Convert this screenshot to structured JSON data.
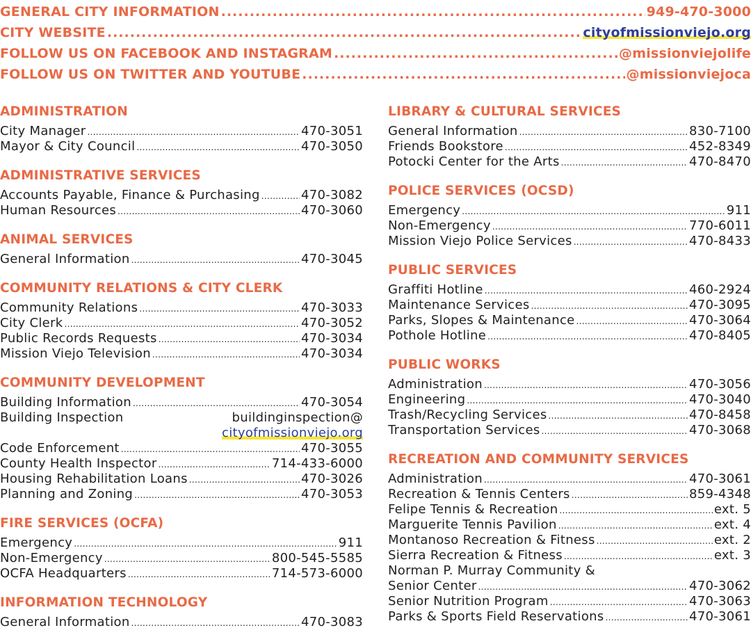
{
  "top": [
    {
      "label": "GENERAL CITY INFORMATION",
      "value": "949-470-3000",
      "link": false
    },
    {
      "label": "CITY WEBSITE",
      "value": "cityofmissionviejo.org",
      "link": true
    },
    {
      "label": "FOLLOW US ON FACEBOOK AND INSTAGRAM",
      "value": "@missionviejolife",
      "link": false
    },
    {
      "label": "FOLLOW US ON TWITTER AND YOUTUBE",
      "value": "@missionviejoca",
      "link": false
    }
  ],
  "left": [
    {
      "title": "ADMINISTRATION",
      "rows": [
        {
          "label": "City Manager",
          "value": "470-3051"
        },
        {
          "label": "Mayor & City Council",
          "value": "470-3050"
        }
      ]
    },
    {
      "title": "ADMINISTRATIVE SERVICES",
      "rows": [
        {
          "label": "Accounts Payable, Finance & Purchasing",
          "value": "470-3082"
        },
        {
          "label": "Human Resources",
          "value": "470-3060"
        }
      ]
    },
    {
      "title": "ANIMAL SERVICES",
      "rows": [
        {
          "label": "General Information",
          "value": "470-3045"
        }
      ]
    },
    {
      "title": "COMMUNITY RELATIONS & CITY CLERK",
      "rows": [
        {
          "label": "Community Relations",
          "value": "470-3033"
        },
        {
          "label": "City Clerk",
          "value": "470-3052"
        },
        {
          "label": "Public Records Requests",
          "value": "470-3034"
        },
        {
          "label": "Mission Viejo Television",
          "value": "470-3034"
        }
      ]
    },
    {
      "title": "COMMUNITY DEVELOPMENT",
      "rows": [
        {
          "label": "Building Information",
          "value": "470-3054"
        },
        {
          "label": "Building Inspection",
          "value": "buildinginspection@",
          "nolead": true
        },
        {
          "label": "",
          "value": "cityofmissionviejo.org",
          "cont": true,
          "link": true
        },
        {
          "label": "Code Enforcement",
          "value": "470-3055"
        },
        {
          "label": "County Health Inspector",
          "value": "714-433-6000"
        },
        {
          "label": "Housing Rehabilitation Loans",
          "value": "470-3026"
        },
        {
          "label": "Planning and Zoning",
          "value": "470-3053"
        }
      ]
    },
    {
      "title": "FIRE SERVICES (OCFA)",
      "rows": [
        {
          "label": "Emergency",
          "value": "911"
        },
        {
          "label": "Non-Emergency",
          "value": "800-545-5585"
        },
        {
          "label": "OCFA Headquarters",
          "value": "714-573-6000"
        }
      ]
    },
    {
      "title": "INFORMATION TECHNOLOGY",
      "rows": [
        {
          "label": "General Information",
          "value": "470-3083"
        }
      ]
    }
  ],
  "right": [
    {
      "title": "LIBRARY & CULTURAL SERVICES",
      "rows": [
        {
          "label": "General Information",
          "value": "830-7100"
        },
        {
          "label": "Friends Bookstore",
          "value": "452-8349"
        },
        {
          "label": "Potocki Center for the Arts",
          "value": "470-8470"
        }
      ]
    },
    {
      "title": "POLICE SERVICES (OCSD)",
      "rows": [
        {
          "label": "Emergency",
          "value": "911"
        },
        {
          "label": "Non-Emergency",
          "value": "770-6011"
        },
        {
          "label": "Mission Viejo Police Services",
          "value": "470-8433"
        }
      ]
    },
    {
      "title": "PUBLIC SERVICES",
      "rows": [
        {
          "label": "Graffiti Hotline",
          "value": "460-2924"
        },
        {
          "label": "Maintenance Services",
          "value": "470-3095"
        },
        {
          "label": "Parks, Slopes & Maintenance",
          "value": "470-3064"
        },
        {
          "label": "Pothole Hotline",
          "value": "470-8405"
        }
      ]
    },
    {
      "title": "PUBLIC WORKS",
      "rows": [
        {
          "label": "Administration",
          "value": "470-3056"
        },
        {
          "label": "Engineering",
          "value": "470-3040"
        },
        {
          "label": "Trash/Recycling Services",
          "value": "470-8458"
        },
        {
          "label": "Transportation Services",
          "value": "470-3068"
        }
      ]
    },
    {
      "title": "RECREATION AND COMMUNITY SERVICES",
      "rows": [
        {
          "label": "Administration",
          "value": "470-3061"
        },
        {
          "label": "Recreation & Tennis Centers",
          "value": "859-4348"
        },
        {
          "label": "Felipe Tennis & Recreation",
          "value": "ext. 5"
        },
        {
          "label": "Marguerite Tennis Pavilion",
          "value": "ext. 4"
        },
        {
          "label": "Montanoso Recreation & Fitness",
          "value": "ext. 2"
        },
        {
          "label": "Sierra Recreation & Fitness",
          "value": "ext. 3"
        },
        {
          "label": "Norman P. Murray Community &",
          "value": "",
          "nolead": true
        },
        {
          "label": "Senior Center",
          "value": "470-3062"
        },
        {
          "label": "Senior Nutrition Program",
          "value": "470-3063"
        },
        {
          "label": "Parks & Sports Field Reservations",
          "value": "470-3061"
        }
      ]
    }
  ]
}
